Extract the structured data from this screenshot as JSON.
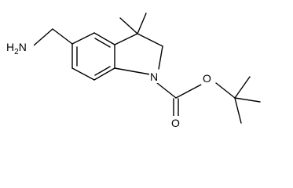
{
  "molecule": {
    "atoms": {
      "amine": {
        "symbol": "H",
        "subscript": "2",
        "element": "N"
      },
      "ring_nitrogen": "N",
      "carbonyl_oxygen": "O",
      "ester_oxygen": "O"
    }
  },
  "colors": {
    "line": "#000000",
    "background": "#ffffff"
  }
}
